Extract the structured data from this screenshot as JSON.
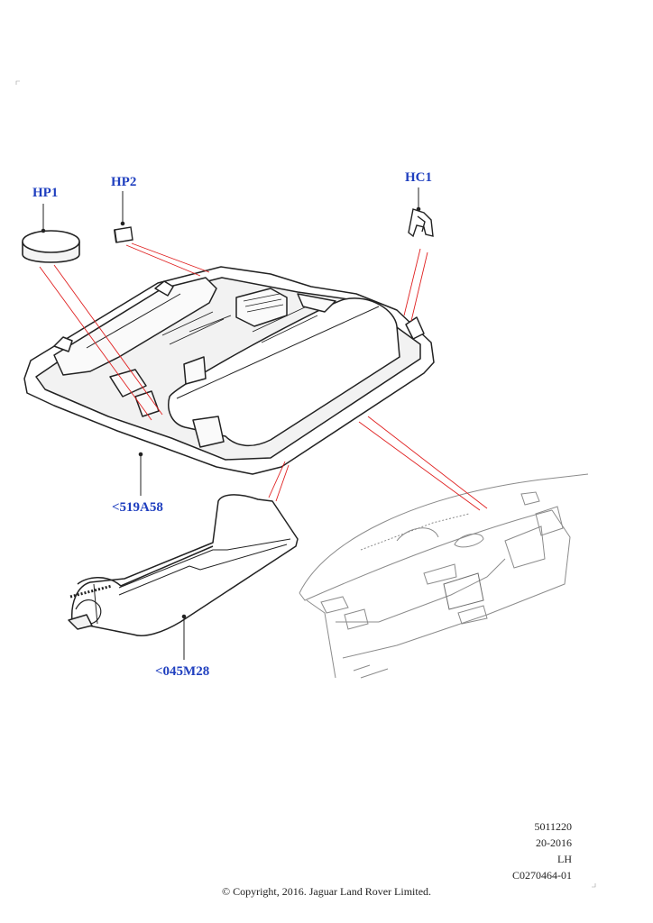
{
  "callouts": {
    "hp1": "HP1",
    "hp2": "HP2",
    "hc1": "HC1",
    "console_part": "<519A58",
    "trim_part": "<045M28"
  },
  "info_block": {
    "line1": "5011220",
    "line2": "20-2016",
    "line3": "LH",
    "line4": "C0270464-01"
  },
  "copyright": "© Copyright, 2016. Jaguar Land Rover Limited.",
  "colors": {
    "label": "#1f3fbf",
    "leader_red": "#e02020",
    "line_art": "#222222",
    "fill": "#f2f2f2"
  }
}
